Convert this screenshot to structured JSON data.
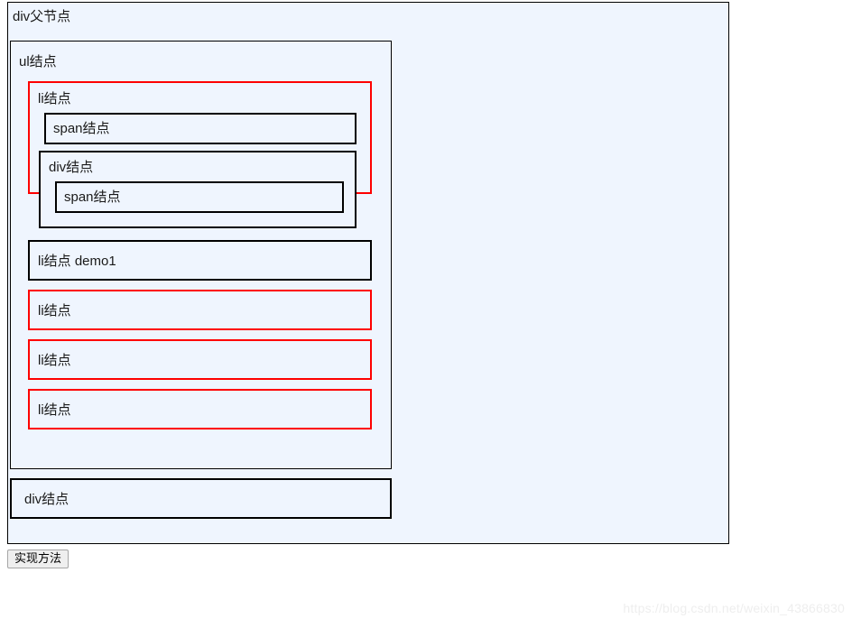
{
  "page": {
    "background_color": "#ffffff",
    "node_background_color": "#eff5fe",
    "black_border_color": "#000000",
    "red_border_color": "#fe0000"
  },
  "parent_div": {
    "label": "div父节点",
    "ul_node": {
      "label": "ul结点",
      "items": [
        {
          "label": "li结点",
          "border": "red",
          "children": [
            {
              "type": "span",
              "label": "span结点"
            },
            {
              "type": "div",
              "label": "div结点",
              "children": [
                {
                  "type": "span",
                  "label": "span结点"
                }
              ]
            }
          ]
        },
        {
          "label": "li结点 demo1",
          "border": "black",
          "children": []
        },
        {
          "label": "li结点",
          "border": "red",
          "children": []
        },
        {
          "label": "li结点",
          "border": "red",
          "children": []
        },
        {
          "label": "li结点",
          "border": "red",
          "children": []
        }
      ]
    },
    "bottom_div": {
      "label": "div结点"
    }
  },
  "controls": {
    "action_button_label": "实现方法"
  },
  "watermark": {
    "text": "https://blog.csdn.net/weixin_43866830"
  }
}
